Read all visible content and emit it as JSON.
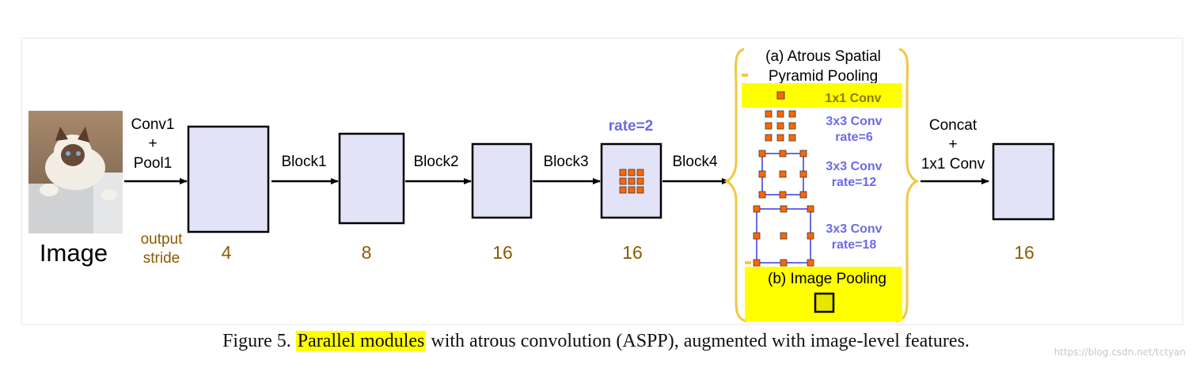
{
  "image_label": "Image",
  "stages": {
    "conv1": [
      "Conv1",
      "+",
      "Pool1"
    ],
    "block1": "Block1",
    "block2": "Block2",
    "block3": "Block3",
    "block4": "Block4",
    "concat": [
      "Concat",
      "+",
      "1x1 Conv"
    ]
  },
  "output_stride_label": [
    "output",
    "stride"
  ],
  "strides": [
    "4",
    "8",
    "16",
    "16",
    "16"
  ],
  "rate_label": "rate=2",
  "aspp": {
    "title": [
      "(a) Atrous Spatial",
      "Pyramid Pooling"
    ],
    "branches": [
      {
        "line1": "1x1 Conv",
        "line2": ""
      },
      {
        "line1": "3x3 Conv",
        "line2": "rate=6"
      },
      {
        "line1": "3x3 Conv",
        "line2": "rate=12"
      },
      {
        "line1": "3x3 Conv",
        "line2": "rate=18"
      }
    ],
    "image_pooling": "(b) Image Pooling"
  },
  "caption": {
    "prefix": "Figure 5.",
    "highlight": "Parallel modules",
    "rest": "with atrous convolution (ASPP), augmented with image-level features."
  },
  "watermark": "https://blog.csdn.net/tctyan",
  "colors": {
    "block_fill": "#e3e3f8",
    "stride_text": "#8b5a00",
    "rate_text": "#6a6ae8",
    "highlight": "#ffff00",
    "brace": "#f0c840",
    "dot": "#ff6600"
  }
}
